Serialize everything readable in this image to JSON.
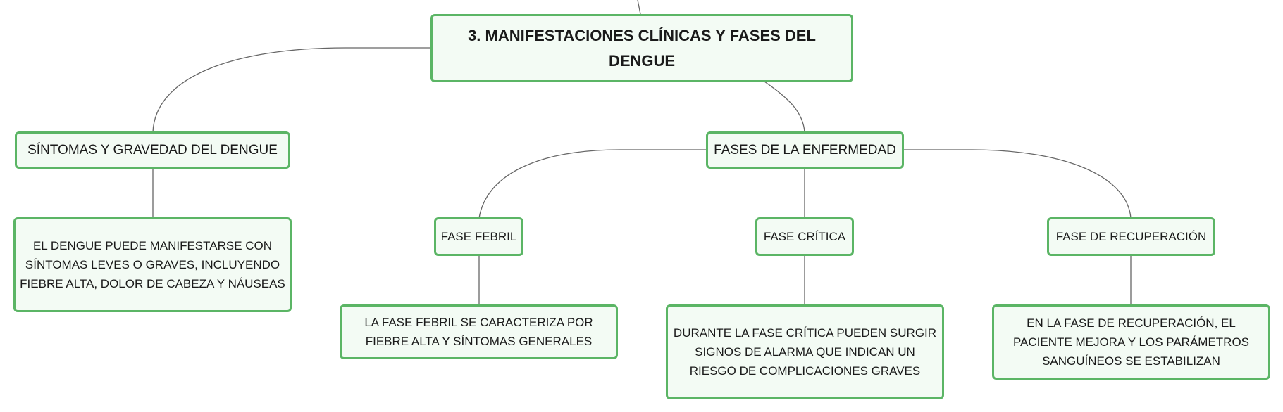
{
  "map": {
    "root": "3. MANIFESTACIONES CLÍNICAS Y FASES DEL DENGUE",
    "sintomas": "SÍNTOMAS Y GRAVEDAD DEL DENGUE",
    "sintomas_detail": "EL DENGUE PUEDE MANIFESTARSE CON SÍNTOMAS LEVES O GRAVES, INCLUYENDO FIEBRE ALTA, DOLOR DE CABEZA Y NÁUSEAS",
    "fases": "FASES DE LA ENFERMEDAD",
    "febril": "FASE FEBRIL",
    "febril_detail": "LA FASE FEBRIL SE CARACTERIZA POR FIEBRE ALTA Y SÍNTOMAS GENERALES",
    "critica": "FASE CRÍTICA",
    "critica_detail": "DURANTE LA FASE CRÍTICA PUEDEN SURGIR SIGNOS DE ALARMA QUE INDICAN UN RIESGO DE COMPLICACIONES GRAVES",
    "recuperacion": "FASE DE RECUPERACIÓN",
    "recuperacion_detail": "EN LA FASE DE RECUPERACIÓN, EL PACIENTE MEJORA Y LOS PARÁMETROS SANGUÍNEOS SE ESTABILIZAN"
  },
  "colors": {
    "node_border": "#5bb565",
    "node_fill": "#f3fbf4",
    "connector": "#666666"
  }
}
